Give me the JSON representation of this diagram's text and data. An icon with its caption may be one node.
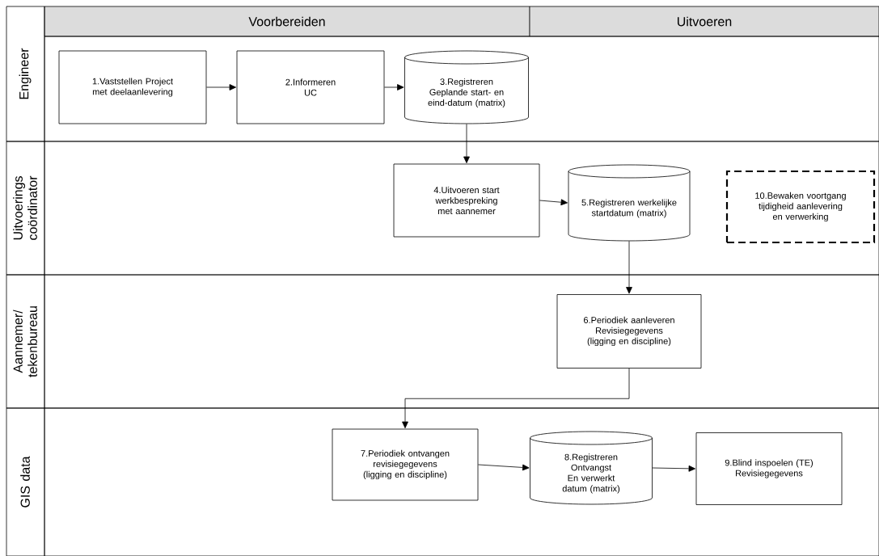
{
  "diagram": {
    "nodes": [
      {
        "text": [
          "Voorbereiden"
        ]
      },
      {
        "text": [
          "Uitvoeren"
        ]
      },
      {
        "text": [
          "Engineer"
        ]
      },
      {
        "text": [
          "1.Vaststellen Project met deelaanlevering"
        ],
        "in": 2
      },
      {
        "text": [
          "2.Informeren UC"
        ],
        "in": 2
      },
      {
        "text": [
          "3.Registreren Geplande start- en eind-datum (matrix)"
        ],
        "in": 2
      },
      {
        "text": [
          "Uitvoerings coördinator"
        ]
      },
      {
        "text": [
          "4.Uitvoeren start werkbespreking met aannemer"
        ],
        "in": 6
      },
      {
        "text": [
          "5.Registreren werkelijke startdatum (matrix)"
        ],
        "in": 6
      },
      {
        "text": [
          "10.Bewaken voortgang tijdigheid aanlevering en verwerking"
        ],
        "in": 6
      },
      {
        "text": [
          "Aannemer/ tekenbureau"
        ]
      },
      {
        "text": [
          "6.Periodiek aanleveren Revisiegegevens (ligging en discipline)"
        ],
        "in": 10
      },
      {
        "text": [
          "GIS data"
        ]
      },
      {
        "text": [
          "7.Periodiek ontvangen revisiegegevens (ligging en discipline)"
        ],
        "in": 12
      },
      {
        "text": [
          "8.Registreren Ontvangst En verwerkt datum (matrix)"
        ],
        "in": 12
      },
      {
        "text": [
          "9.Blind inspoelen (TE) Revisiegegevens"
        ],
        "in": 12
      }
    ],
    "edges": [
      {
        "from": 3,
        "to": 4,
        "arrow": "to"
      },
      {
        "from": 4,
        "to": 5,
        "arrow": "to"
      },
      {
        "from": 5,
        "to": 7,
        "arrow": "to"
      },
      {
        "from": 7,
        "to": 8,
        "arrow": "to"
      },
      {
        "from": 8,
        "to": 11,
        "arrow": "to"
      },
      {
        "from": 11,
        "to": 13,
        "arrow": "to"
      },
      {
        "from": 13,
        "to": 14,
        "arrow": "to"
      },
      {
        "from": 14,
        "to": 15,
        "arrow": "to"
      }
    ]
  }
}
